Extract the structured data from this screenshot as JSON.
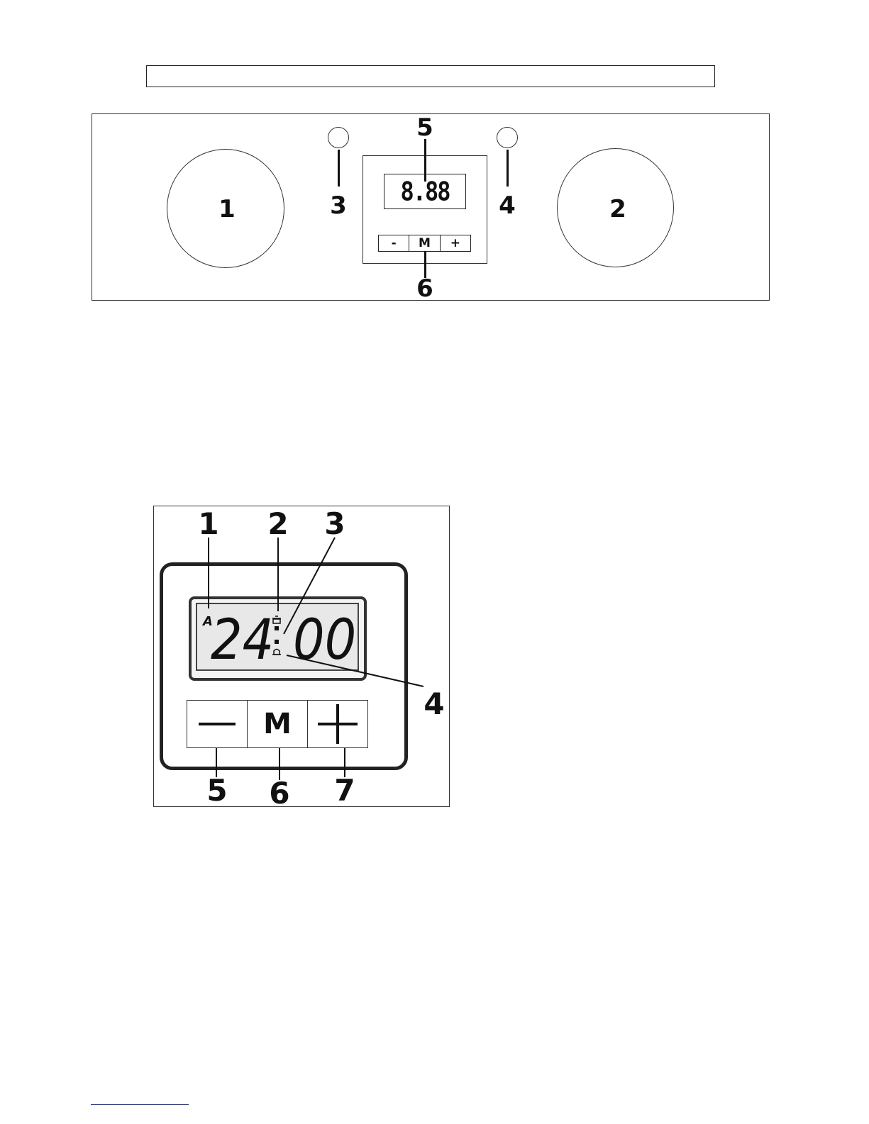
{
  "panel": {
    "knob_left": "1",
    "knob_right": "2",
    "lamp_left": "3",
    "lamp_right": "4",
    "display_label": "5",
    "buttons_label": "6",
    "display_text": "8.88",
    "btn_minus": "-",
    "btn_m": "M",
    "btn_plus": "+"
  },
  "detail": {
    "labels": [
      "1",
      "2",
      "3",
      "4",
      "5",
      "6",
      "7"
    ],
    "lcd_a": "A",
    "lcd_hours": "24",
    "lcd_minutes": "00",
    "btn_m": "M"
  }
}
